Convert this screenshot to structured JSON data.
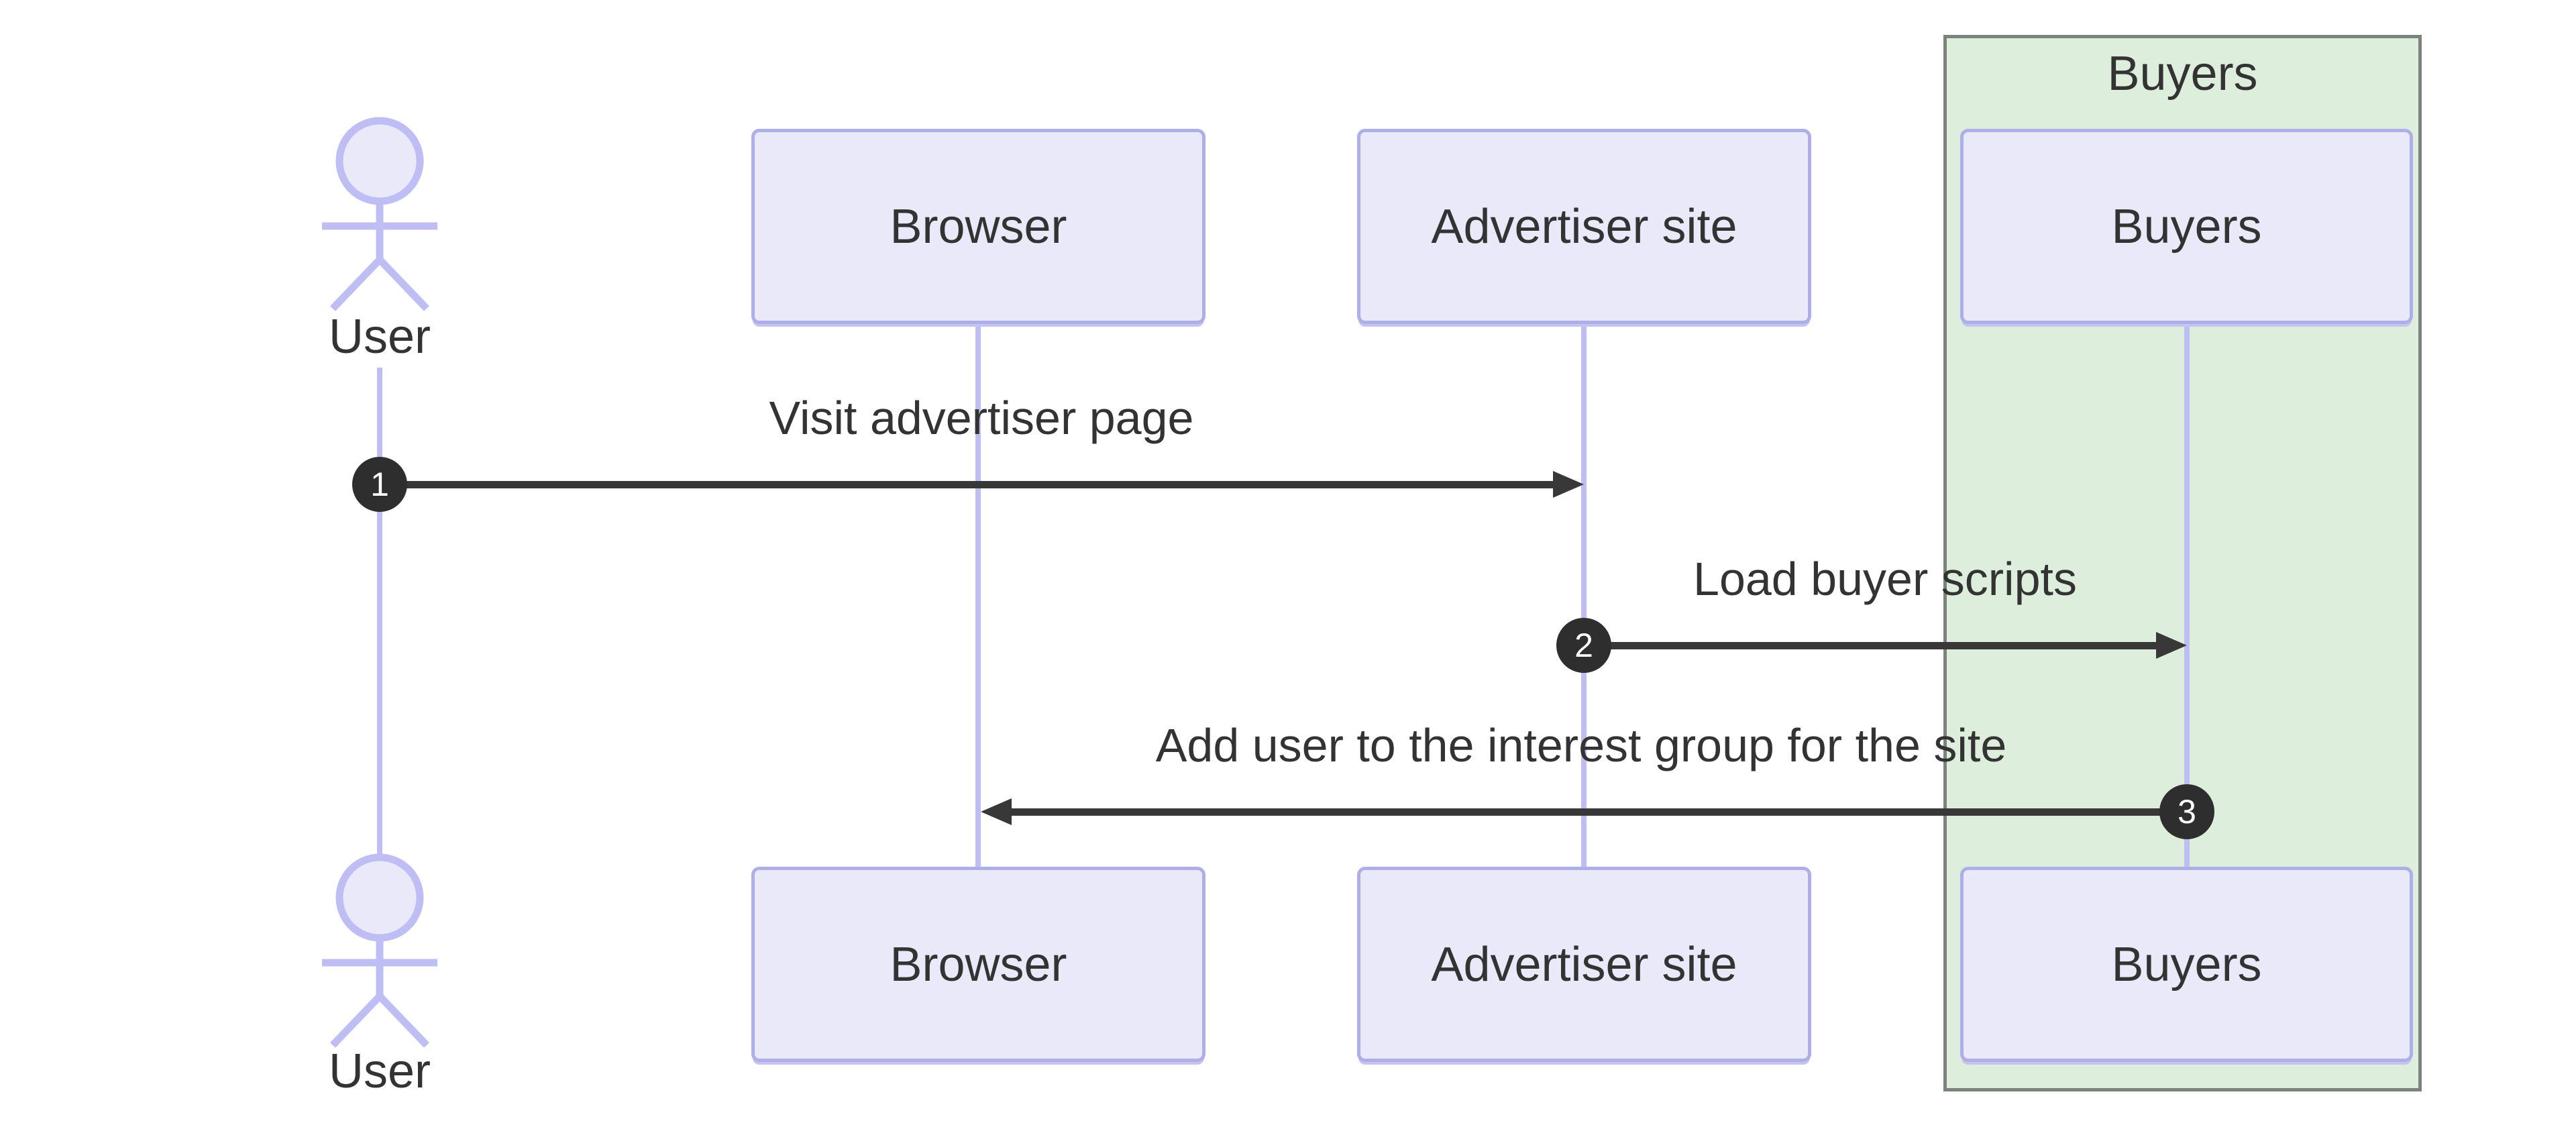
{
  "diagram": {
    "type": "sequence",
    "group": {
      "label": "Buyers",
      "fill": "#ddeedd",
      "border": "#7c827c"
    },
    "participants": [
      {
        "id": "user",
        "kind": "actor",
        "label": "User"
      },
      {
        "id": "browser",
        "kind": "box",
        "label": "Browser"
      },
      {
        "id": "advertiser",
        "kind": "box",
        "label": "Advertiser site"
      },
      {
        "id": "buyers",
        "kind": "box",
        "label": "Buyers"
      }
    ],
    "messages": [
      {
        "seq": "1",
        "from": "user",
        "to": "advertiser",
        "label": "Visit advertiser page"
      },
      {
        "seq": "2",
        "from": "advertiser",
        "to": "buyers",
        "label": "Load buyer scripts"
      },
      {
        "seq": "3",
        "from": "buyers",
        "to": "browser",
        "label": "Add user to the interest group for the site"
      }
    ],
    "colors": {
      "participant_fill": "#e9e9f9",
      "participant_border": "#aeaee8",
      "lifeline": "#bebef4",
      "arrow": "#383838",
      "badge_fill": "#2e2e2e",
      "badge_text": "#ffffff",
      "text": "#333333",
      "group_fill": "#ddeedd",
      "group_border": "#7c827c"
    }
  }
}
